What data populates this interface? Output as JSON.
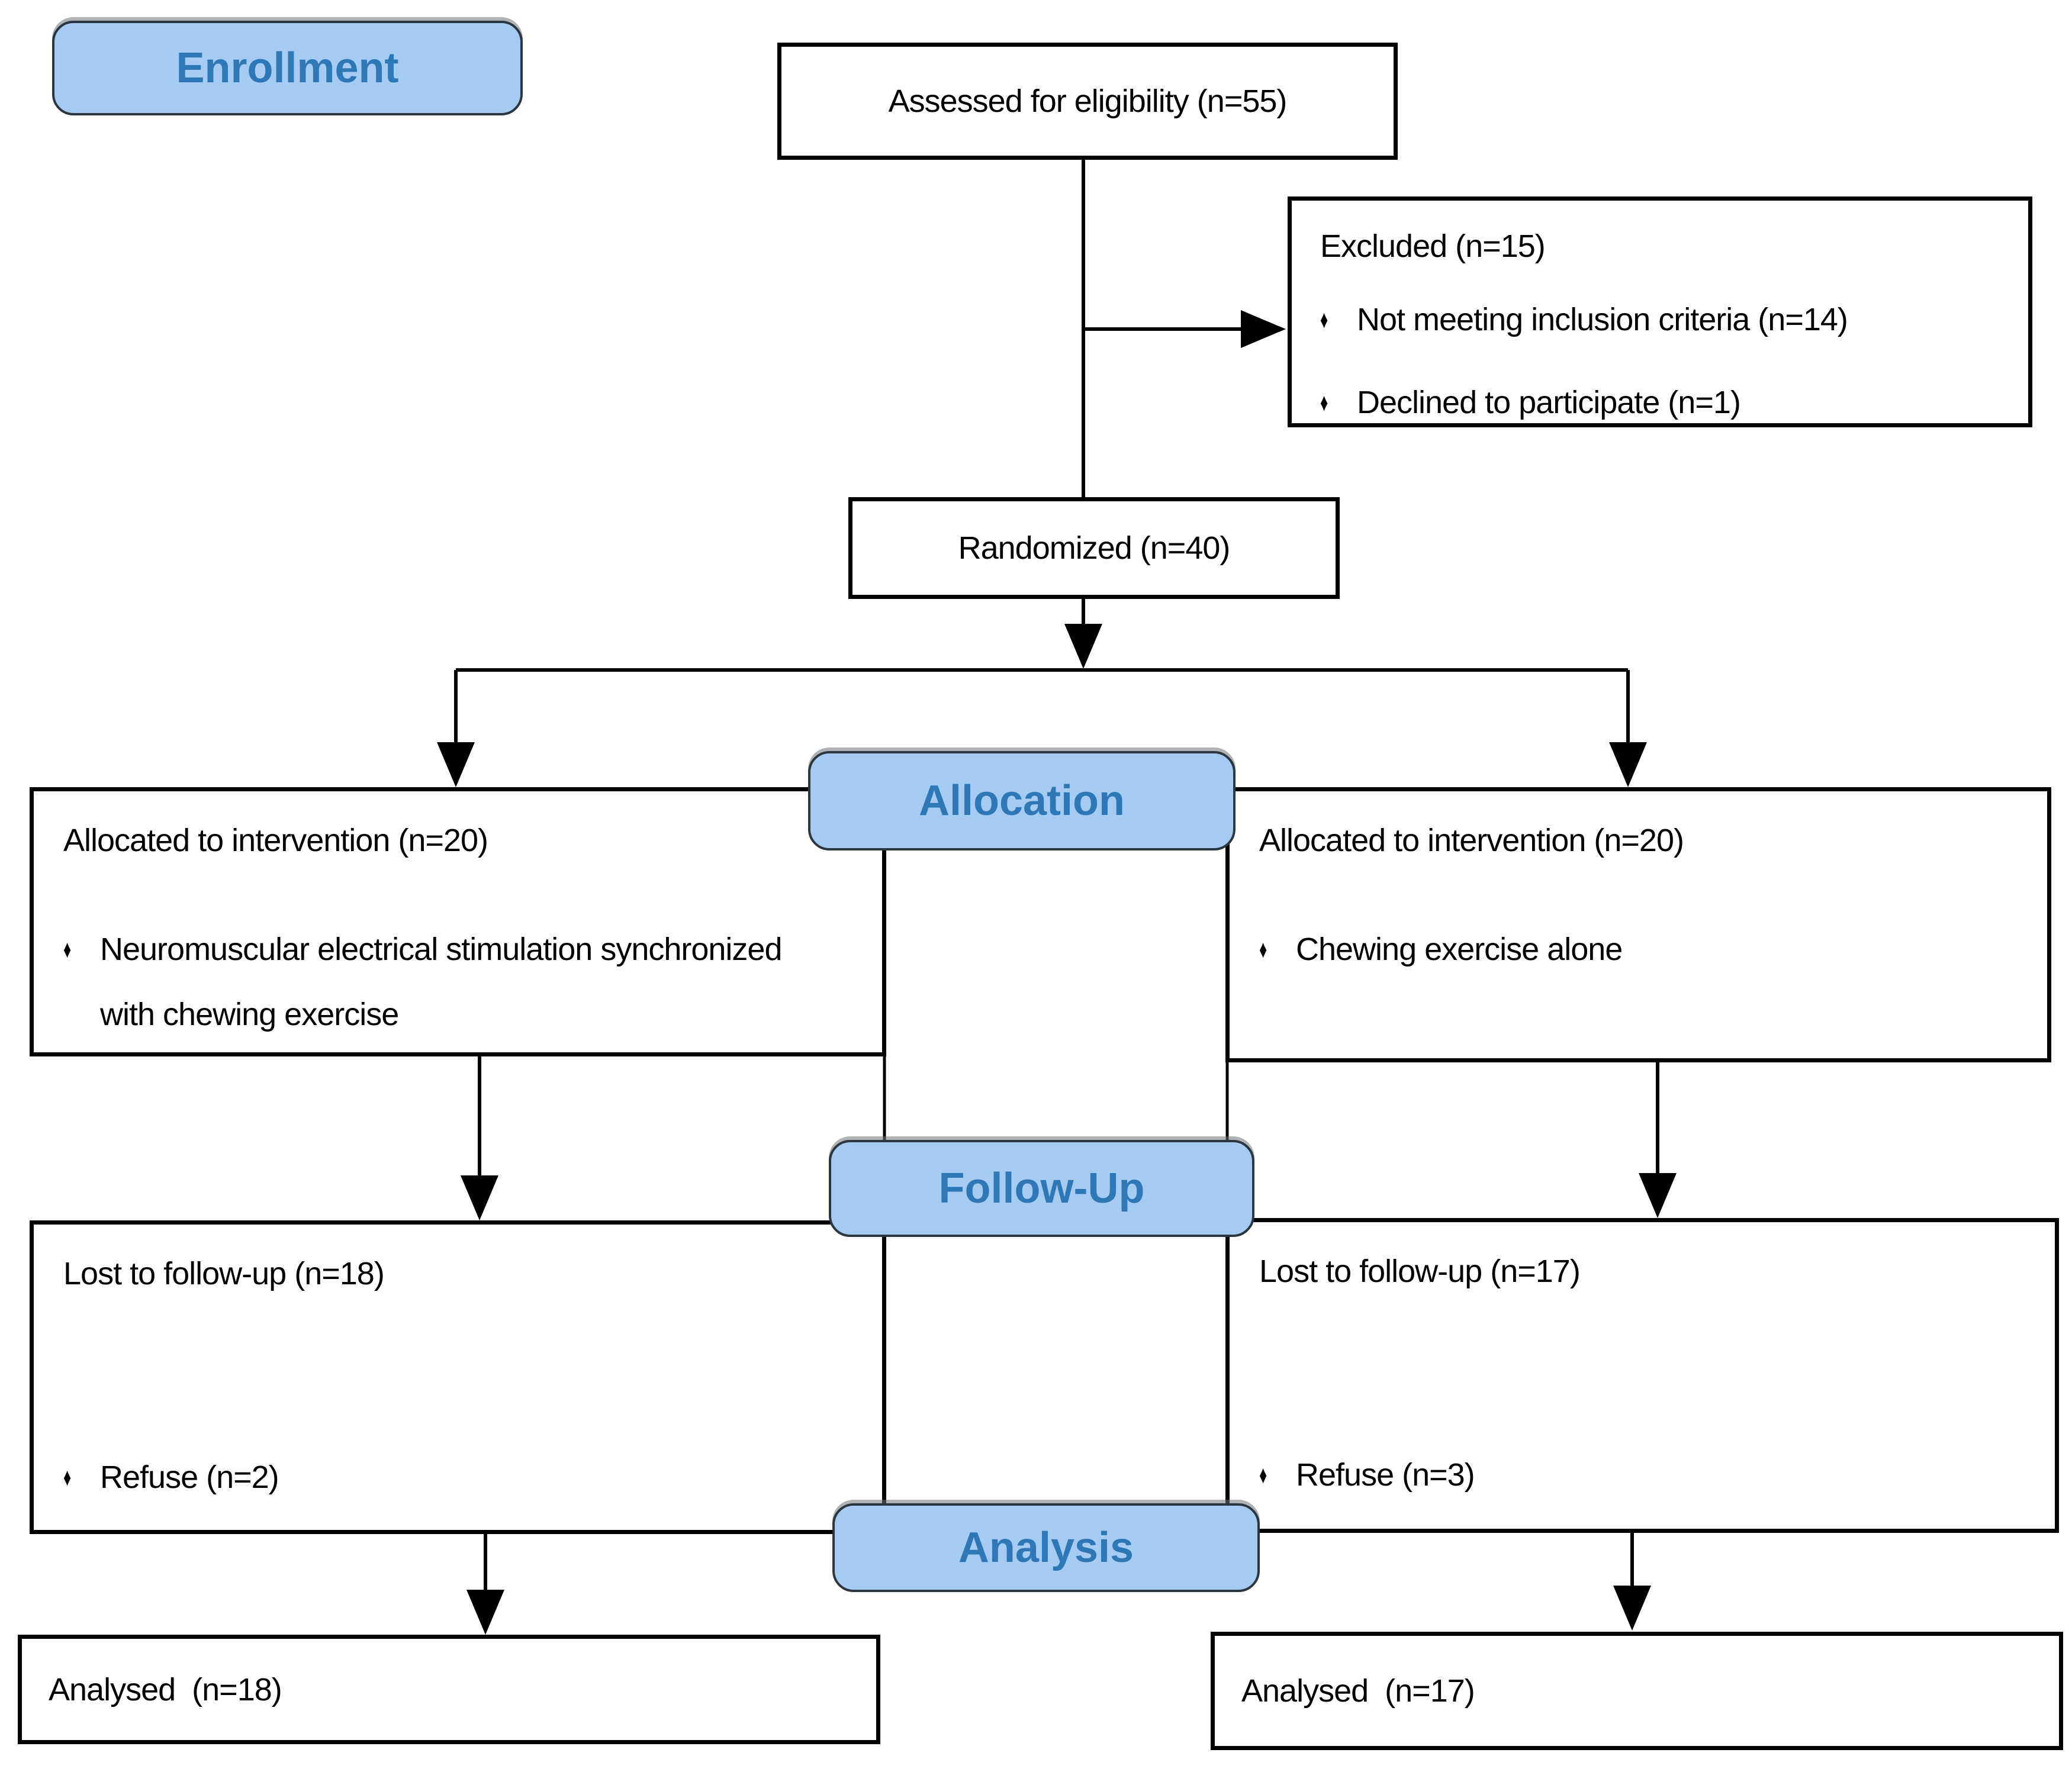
{
  "stages": {
    "enrollment": "Enrollment",
    "allocation": "Allocation",
    "followup": "Follow-Up",
    "analysis": "Analysis"
  },
  "bullet": "♦",
  "boxes": {
    "assessed": {
      "title": "Assessed for eligibility (n=55)"
    },
    "excluded": {
      "title": "Excluded (n=15)",
      "items": [
        "Not meeting inclusion criteria (n=14)",
        "Declined to participate (n=1)"
      ]
    },
    "randomized": {
      "title": "Randomized (n=40)"
    },
    "alloc_left": {
      "title": "Allocated to intervention (n=20)",
      "items": [
        "Neuromuscular electrical stimulation synchronized with chewing exercise"
      ]
    },
    "alloc_right": {
      "title": "Allocated to intervention (n=20)",
      "items": [
        "Chewing exercise alone"
      ]
    },
    "fu_left": {
      "title": "Lost to follow-up (n=18)",
      "items": [
        "Refuse (n=2)"
      ]
    },
    "fu_right": {
      "title": "Lost to follow-up (n=17)",
      "items": [
        "Refuse (n=3)"
      ]
    },
    "analysed_left": {
      "title": "Analysed  (n=18)"
    },
    "analysed_right": {
      "title": "Analysed  (n=17)"
    }
  },
  "colors": {
    "badge_fill": "#A6CBF3",
    "badge_border": "#2B3640",
    "badge_text": "#2E78B8",
    "box_border": "#000000",
    "line": "#000000",
    "background": "#FFFFFF"
  }
}
